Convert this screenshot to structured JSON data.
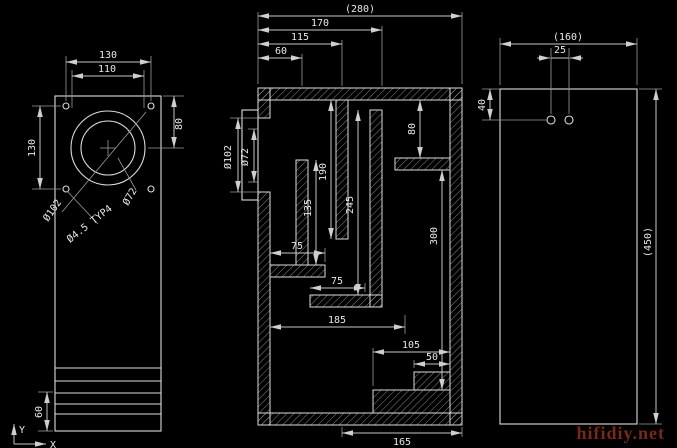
{
  "colors": {
    "background": "#000000",
    "line": "#dcdcdc",
    "text": "#e8e8e8",
    "watermark": "#8a2f1d"
  },
  "watermark": {
    "text": "hifidiy.net"
  },
  "front_view": {
    "w130": "130",
    "w110": "110",
    "h80": "80",
    "h130": "130",
    "vent60": "60",
    "d102": "Ø102",
    "d72": "Ø72",
    "screws": "Ø4.5 TYP4"
  },
  "section_view": {
    "w280": "(280)",
    "w170": "170",
    "w115": "115",
    "w60": "60",
    "d102": "Ø102",
    "d72": "Ø72",
    "h135": "135",
    "h190": "190",
    "h245": "245",
    "h80": "80",
    "h300": "300",
    "w75a": "75",
    "w75b": "75",
    "w185": "185",
    "w105": "105",
    "w50": "50",
    "w165": "165"
  },
  "side_view": {
    "w160": "(160)",
    "w25": "25",
    "h40": "40",
    "h450": "(450)"
  },
  "ucs": {
    "x": "X",
    "y": "Y"
  }
}
